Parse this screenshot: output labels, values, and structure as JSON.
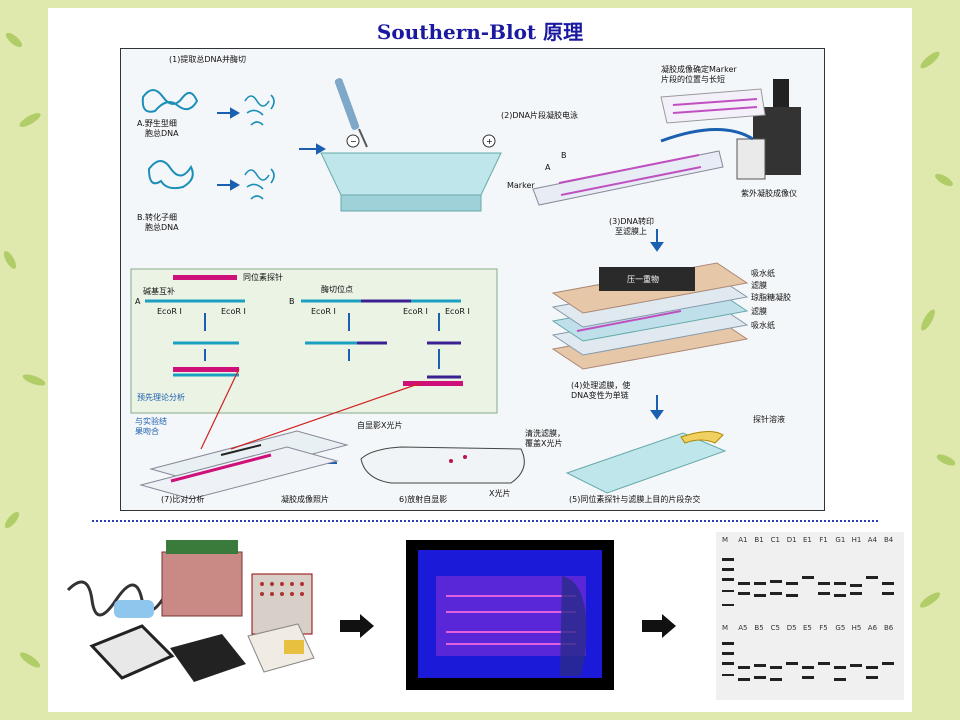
{
  "title": "Southern-Blot 原理",
  "steps": {
    "s1": "(1)提取总DNA并酶切",
    "s2": "(2)DNA片段凝胶电泳",
    "s3a": "(3)DNA转印",
    "s3b": "至滤膜上",
    "s4a": "(4)处理滤膜，使",
    "s4b": "DNA变性为单链",
    "s5": "(5)同位素探针与滤膜上目的片段杂交",
    "s6": "6)放射自显影",
    "s7": "(7)比对分析"
  },
  "labels": {
    "wild_a": "A.野生型细",
    "wild_b": "胞总DNA",
    "trans_a": "B.转化子细",
    "trans_b": "胞总DNA",
    "marker": "Marker",
    "lane_a": "A",
    "lane_b": "B",
    "gel_imager": "紫外凝胶成像仪",
    "gel_marker_a": "凝胶成像确定Marker",
    "gel_marker_b": "片段的位置与长短",
    "weight": "压一重物",
    "stack_1": "吸水纸",
    "stack_2": "滤膜",
    "stack_3": "琼脂糖凝胶",
    "stack_4": "滤膜",
    "stack_5": "吸水纸",
    "probe_solution": "探针溶液",
    "wash_a": "清洗滤膜，",
    "wash_b": "覆盖X光片",
    "xray_film": "X光片",
    "autorad_xray": "自显影X光片",
    "gel_photo": "凝胶成像照片",
    "isotope_probe": "同位素探针",
    "base_pair": "碱基互补",
    "cut_site": "酶切位点",
    "ecori_1": "EcoR Ⅰ",
    "ecori_2": "EcoR Ⅰ",
    "ecori_3": "EcoR Ⅰ",
    "ecori_4": "EcoR Ⅰ",
    "ecori_5": "EcoR Ⅰ",
    "row_a": "A",
    "row_b": "B",
    "predict": "预先理论分析",
    "match_a": "与实验结",
    "match_b": "果吻合"
  },
  "gel_lanes": {
    "top": [
      "M",
      "A1",
      "B1",
      "C1",
      "D1",
      "E1",
      "F1",
      "G1",
      "H1",
      "A4",
      "B4"
    ],
    "bottom": [
      "M",
      "A5",
      "B5",
      "C5",
      "D5",
      "E5",
      "F5",
      "G5",
      "H5",
      "A6",
      "B6"
    ]
  },
  "colors": {
    "title": "#1a1aa0",
    "accent_blue": "#1b5fb0",
    "probe_magenta": "#d0107a",
    "background_green": "#d7e3a2",
    "gel_glow": "#1a1ad8"
  }
}
